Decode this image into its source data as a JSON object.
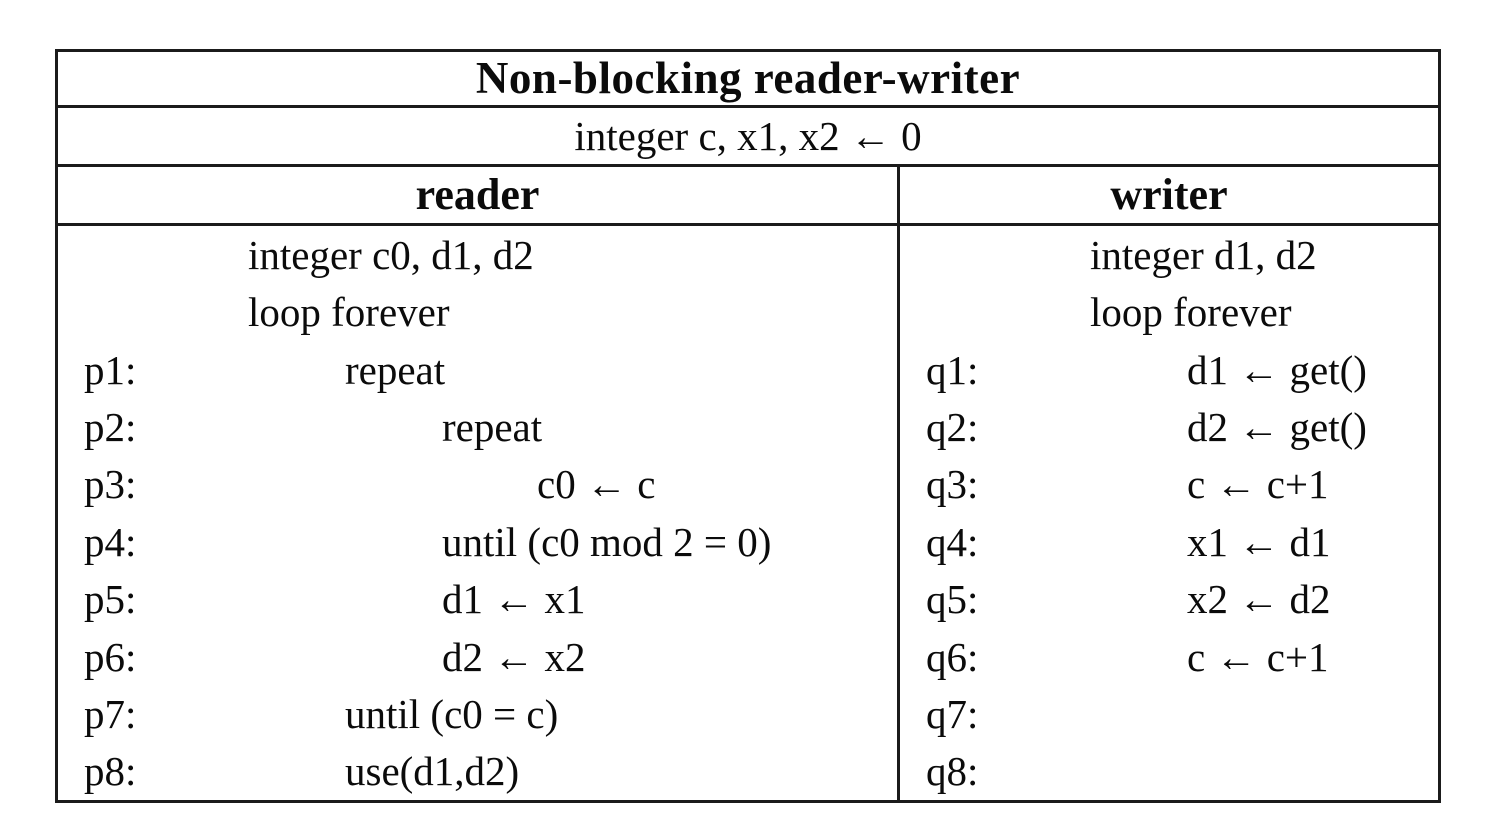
{
  "table": {
    "title": "Non-blocking reader-writer",
    "shared_declaration": "integer c, x1, x2 ← 0",
    "columns": [
      {
        "header": "reader",
        "lines": [
          {
            "label": "",
            "text": "integer c0, d1, d2",
            "indent": 0
          },
          {
            "label": "",
            "text": "loop forever",
            "indent": 0
          },
          {
            "label": "p1:",
            "text": "repeat",
            "indent": 1
          },
          {
            "label": "p2:",
            "text": "repeat",
            "indent": 2
          },
          {
            "label": "p3:",
            "text": "c0 ← c",
            "indent": 3
          },
          {
            "label": "p4:",
            "text": "until (c0 mod 2 = 0)",
            "indent": 2
          },
          {
            "label": "p5:",
            "text": "d1 ← x1",
            "indent": 2
          },
          {
            "label": "p6:",
            "text": "d2 ← x2",
            "indent": 2
          },
          {
            "label": "p7:",
            "text": "until (c0 = c)",
            "indent": 1
          },
          {
            "label": "p8:",
            "text": "use(d1,d2)",
            "indent": 1
          }
        ]
      },
      {
        "header": "writer",
        "lines": [
          {
            "label": "",
            "text": "integer d1, d2",
            "indent": 0
          },
          {
            "label": "",
            "text": "loop forever",
            "indent": 0
          },
          {
            "label": "q1:",
            "text": "d1 ← get()",
            "indent": 1
          },
          {
            "label": "q2:",
            "text": "d2 ← get()",
            "indent": 1
          },
          {
            "label": "q3:",
            "text": "c ← c+1",
            "indent": 1
          },
          {
            "label": "q4:",
            "text": "x1 ← d1",
            "indent": 1
          },
          {
            "label": "q5:",
            "text": "x2 ← d2",
            "indent": 1
          },
          {
            "label": "q6:",
            "text": "c ← c+1",
            "indent": 1
          },
          {
            "label": "q7:",
            "text": "",
            "indent": 1
          },
          {
            "label": "q8:",
            "text": "",
            "indent": 1
          }
        ]
      }
    ],
    "colors": {
      "background": "#ffffff",
      "border": "#1b1b1b",
      "text": "#0b0b0b"
    }
  }
}
